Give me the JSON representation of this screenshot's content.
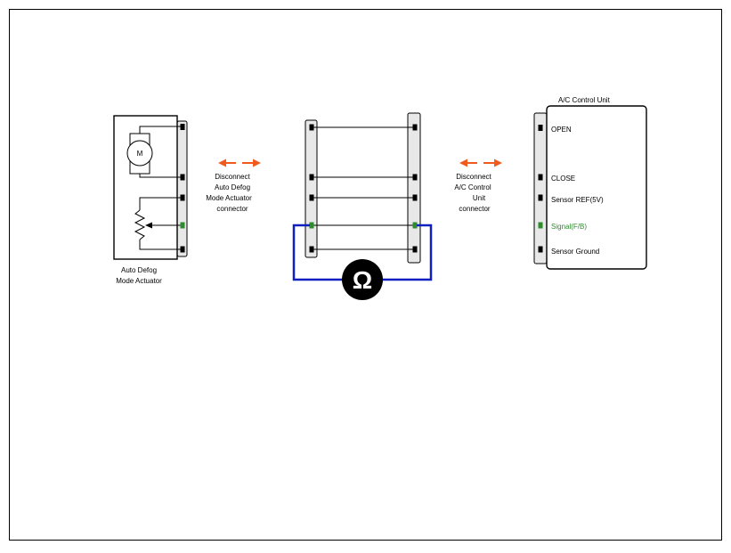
{
  "colors": {
    "wire": "#000000",
    "signal_pin": "#2e8b2e",
    "arrow": "#f05a1e",
    "probe_wire": "#1020c0",
    "connector_fill": "#e8e8e8",
    "meter_fill": "#000000"
  },
  "actuator": {
    "label_lines": [
      "Auto Defog",
      "Mode Actuator"
    ],
    "motor_label": "M"
  },
  "left_instruction": {
    "lines": [
      "Disconnect",
      "Auto Defog",
      "Mode Actuator",
      "connector"
    ]
  },
  "right_instruction": {
    "lines": [
      "Disconnect",
      "A/C Control",
      "Unit",
      "connector"
    ]
  },
  "control_unit": {
    "title": "A/C Control Unit",
    "pins": [
      {
        "label": "OPEN",
        "highlight": false
      },
      {
        "label": "CLOSE",
        "highlight": false
      },
      {
        "label": "Sensor REF(5V)",
        "highlight": false
      },
      {
        "label": "Signal(F/B)",
        "highlight": true
      },
      {
        "label": "Sensor Ground",
        "highlight": false
      }
    ]
  },
  "meter": {
    "symbol": "Ω",
    "icon": "ohmmeter-icon"
  }
}
